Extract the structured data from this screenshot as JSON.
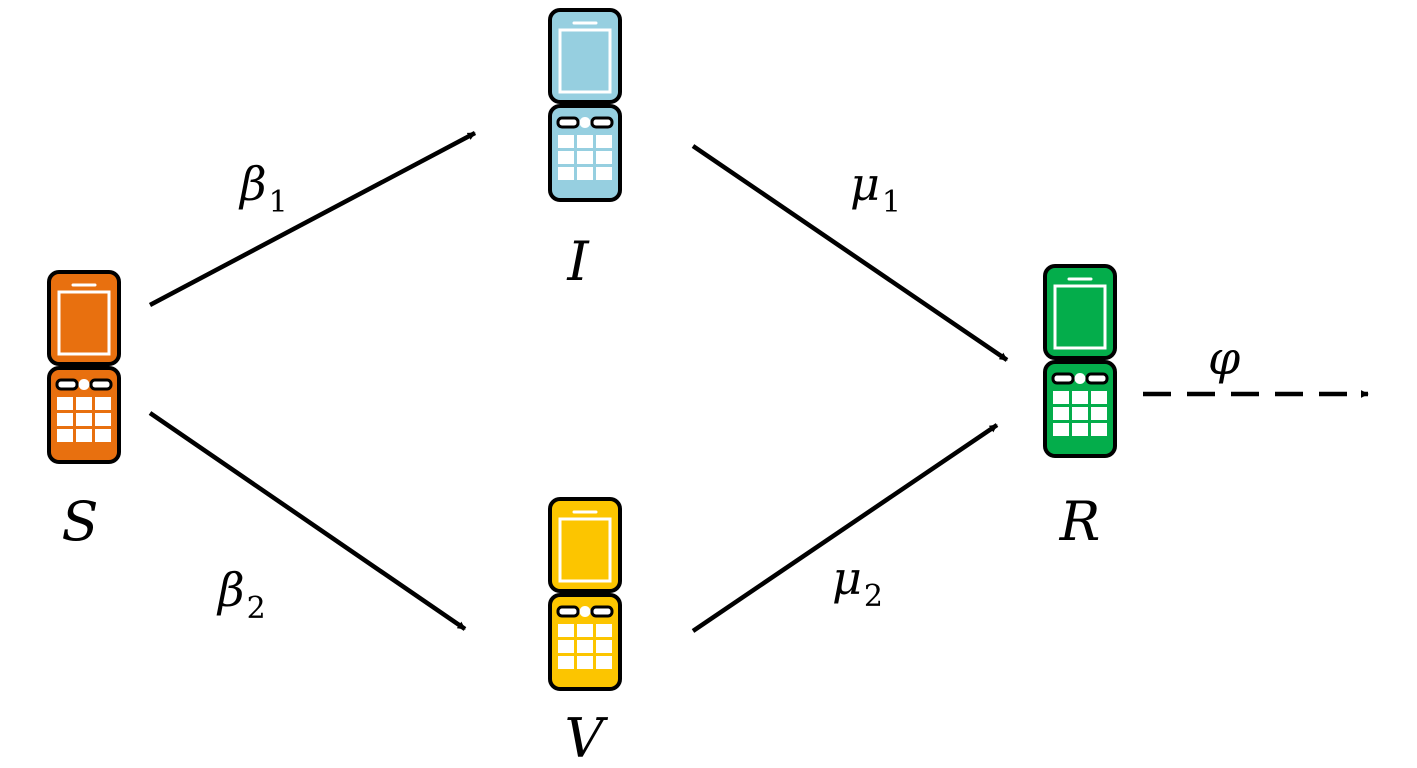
{
  "nodes": [
    {
      "id": "S",
      "label": "S",
      "color": "#e8700f"
    },
    {
      "id": "I",
      "label": "I",
      "color": "#96cfe0"
    },
    {
      "id": "V",
      "label": "V",
      "color": "#fcc500"
    },
    {
      "id": "R",
      "label": "R",
      "color": "#04ad4b"
    }
  ],
  "edges": [
    {
      "from": "S",
      "to": "I",
      "symbol": "β",
      "subscript": "1",
      "style": "solid"
    },
    {
      "from": "S",
      "to": "V",
      "symbol": "β",
      "subscript": "2",
      "style": "solid"
    },
    {
      "from": "I",
      "to": "R",
      "symbol": "μ",
      "subscript": "1",
      "style": "solid"
    },
    {
      "from": "V",
      "to": "R",
      "symbol": "μ",
      "subscript": "2",
      "style": "solid"
    },
    {
      "from": "R",
      "to": "",
      "symbol": "φ",
      "subscript": "",
      "style": "dashed"
    }
  ],
  "colors": {
    "stroke": "#000000",
    "keypad": "#ffffff"
  }
}
